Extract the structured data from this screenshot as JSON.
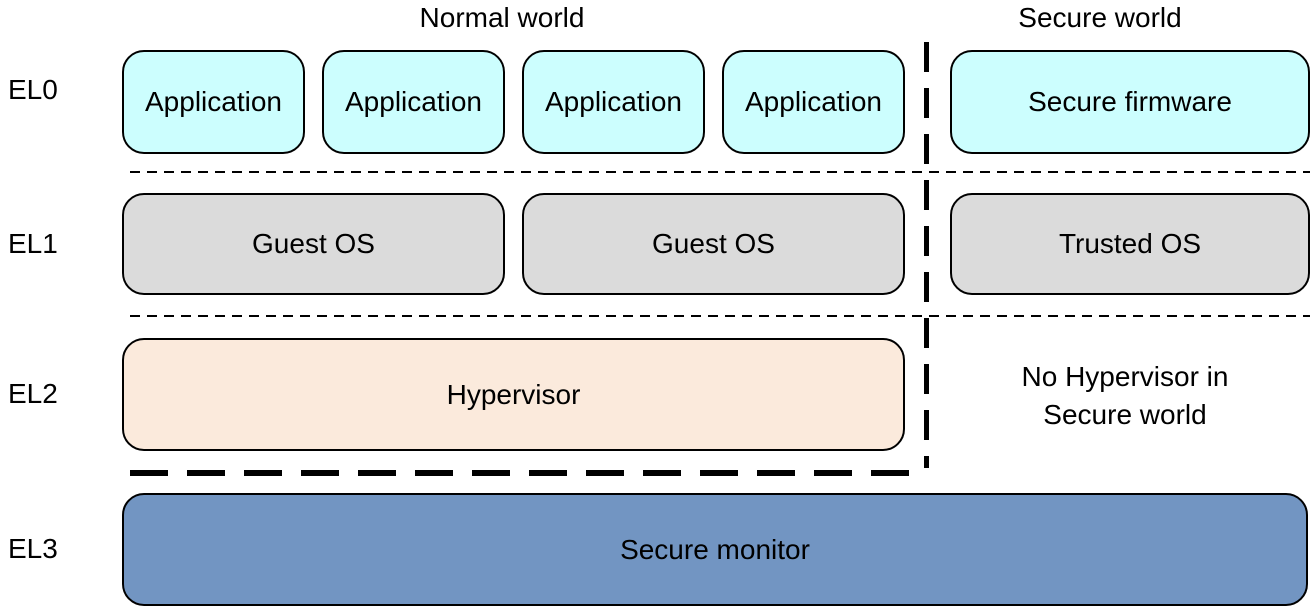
{
  "headers": {
    "normal": "Normal world",
    "secure": "Secure world"
  },
  "levels": {
    "el0": {
      "label": "EL0"
    },
    "el1": {
      "label": "EL1"
    },
    "el2": {
      "label": "EL2"
    },
    "el3": {
      "label": "EL3"
    }
  },
  "boxes": {
    "el0_normal": [
      "Application",
      "Application",
      "Application",
      "Application"
    ],
    "el0_secure": "Secure firmware",
    "el1_normal": [
      "Guest OS",
      "Guest OS"
    ],
    "el1_secure": "Trusted OS",
    "el2_normal": "Hypervisor",
    "el2_secure_note": {
      "line1": "No Hypervisor in",
      "line2": "Secure world"
    },
    "el3_full": "Secure monitor"
  },
  "colors": {
    "application_fill": "#CCFEFE",
    "os_fill": "#DBDBDB",
    "hypervisor_fill": "#FBEADC",
    "monitor_fill": "#7295C2",
    "border": "#000000",
    "text": "#000000"
  }
}
